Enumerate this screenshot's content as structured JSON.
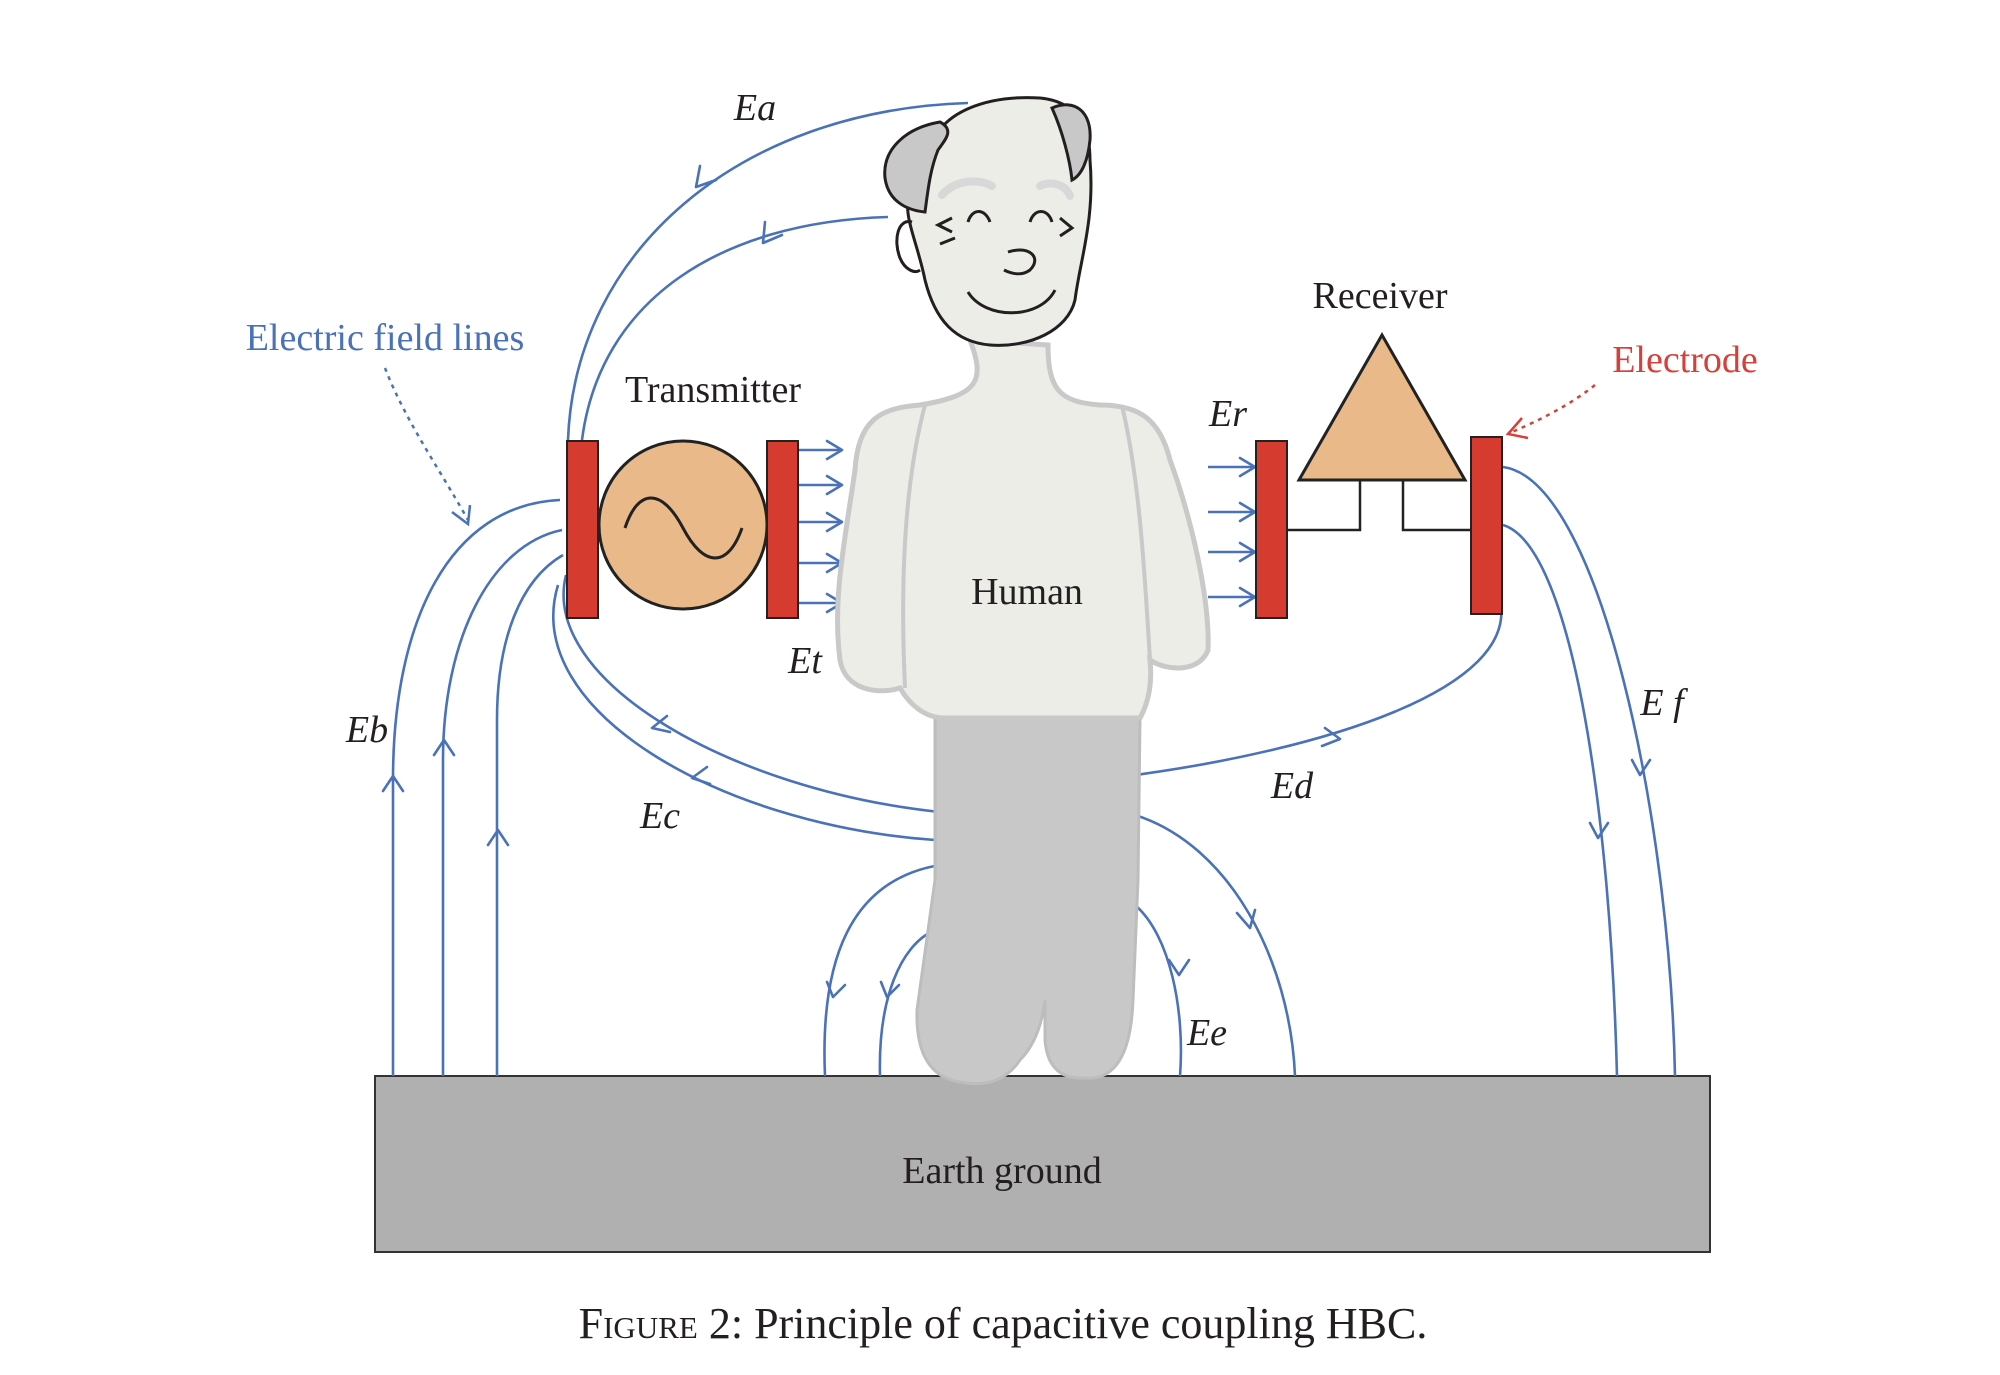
{
  "labels": {
    "electric_field_lines": "Electric field lines",
    "transmitter": "Transmitter",
    "receiver": "Receiver",
    "electrode": "Electrode",
    "human": "Human",
    "earth_ground": "Earth ground"
  },
  "fields": {
    "ea": "Ea",
    "eb": "Eb",
    "ec": "Ec",
    "ed": "Ed",
    "ee": "Ee",
    "ef": "E f",
    "er": "Er",
    "et": "Et"
  },
  "caption": {
    "prefix": "Figure",
    "number": "2:",
    "text": "Principle of capacitive coupling HBC."
  },
  "colors": {
    "field_lines": "#4a72b8",
    "electrode": "#d63b2f",
    "component_fill": "#e9b98a",
    "ground": "#b0b0b0",
    "body": "#ecede6",
    "legs": "#c8c8c8",
    "electrode_label": "#d6403a"
  }
}
